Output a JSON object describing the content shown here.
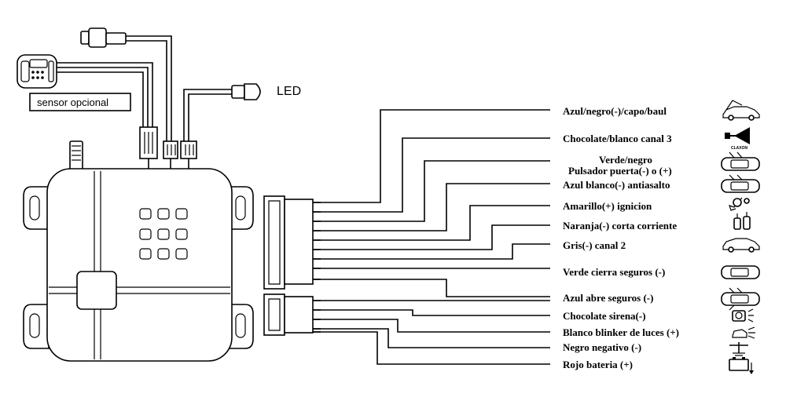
{
  "led_label": "LED",
  "sensor_label": "sensor opcional",
  "claxon_label": "CLAXON",
  "wires": [
    {
      "label": "Azul/negro(-)/capo/baul",
      "icon": "car-hood-open-icon"
    },
    {
      "label": "Chocolate/blanco canal 3",
      "icon": "horn-icon"
    },
    {
      "label": "Verde/negro",
      "label2": "Pulsador puerta(-) o (+)",
      "icon": "car-door-open-icon"
    },
    {
      "label": "Azul blanco(-) antiasalto",
      "icon": "car-door-open-icon"
    },
    {
      "label": "Amarillo(+) ignicion",
      "icon": "ignition-key-icon"
    },
    {
      "label": "Naranja(-) corta corriente",
      "icon": "fuel-pump-icon"
    },
    {
      "label": "Gris(-) canal 2",
      "icon": "car-side-icon"
    },
    {
      "label": "Verde cierra seguros (-)",
      "icon": "car-top-view-icon"
    },
    {
      "label": "Azul abre seguros (-)",
      "icon": "car-doors-open-icon"
    },
    {
      "label": "Chocolate sirena(-)",
      "icon": "siren-icon"
    },
    {
      "label": "Blanco blinker de luces (+)",
      "icon": "car-lights-icon"
    },
    {
      "label": "Negro negativo (-)",
      "icon": "ground-icon"
    },
    {
      "label": "Rojo bateria (+)",
      "icon": "battery-icon"
    }
  ]
}
